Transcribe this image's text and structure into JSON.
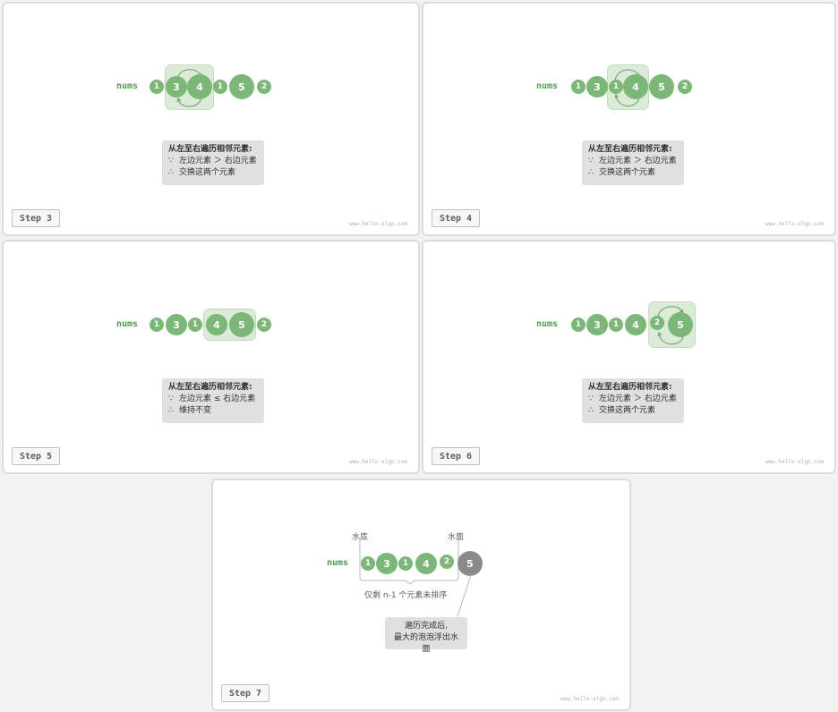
{
  "common": {
    "nums_label": "nums",
    "watermark": "www.hello-algo.com",
    "note_title": "从左至右遍历相邻元素:"
  },
  "colors": {
    "element": "#7bb878",
    "max_bubble": "#8a8a8a",
    "highlight": "#dcebd8",
    "note_bg": "#e0e0e0"
  },
  "panels": [
    {
      "step_label": "Step 3",
      "values": [
        "1",
        "3",
        "4",
        "1",
        "5",
        "2"
      ],
      "compared_indices": [
        1,
        2
      ],
      "swapped": true,
      "note": {
        "condition_symbol": "∵",
        "condition": "左边元素 ＞ 右边元素",
        "result_symbol": "∴",
        "result": "交换这两个元素"
      }
    },
    {
      "step_label": "Step 4",
      "values": [
        "1",
        "3",
        "1",
        "4",
        "5",
        "2"
      ],
      "compared_indices": [
        2,
        3
      ],
      "swapped": true,
      "note": {
        "condition_symbol": "∵",
        "condition": "左边元素 ＞ 右边元素",
        "result_symbol": "∴",
        "result": "交换这两个元素"
      }
    },
    {
      "step_label": "Step 5",
      "values": [
        "1",
        "3",
        "1",
        "4",
        "5",
        "2"
      ],
      "compared_indices": [
        3,
        4
      ],
      "swapped": false,
      "note": {
        "condition_symbol": "∵",
        "condition": "左边元素 ≤ 右边元素",
        "result_symbol": "∴",
        "result": "维持不变"
      }
    },
    {
      "step_label": "Step 6",
      "values": [
        "1",
        "3",
        "1",
        "4",
        "2",
        "5"
      ],
      "compared_indices": [
        4,
        5
      ],
      "swapped": true,
      "note": {
        "condition_symbol": "∵",
        "condition": "左边元素 ＞ 右边元素",
        "result_symbol": "∴",
        "result": "交换这两个元素"
      }
    },
    {
      "step_label": "Step 7",
      "values": [
        "1",
        "3",
        "1",
        "4",
        "2",
        "5"
      ],
      "bottom_label": "水底",
      "surface_label": "水面",
      "remaining_label": "仅剩 n-1 个元素未排序",
      "final_note_line1": "遍历完成后,",
      "final_note_line2": "最大的泡泡浮出水面"
    }
  ]
}
